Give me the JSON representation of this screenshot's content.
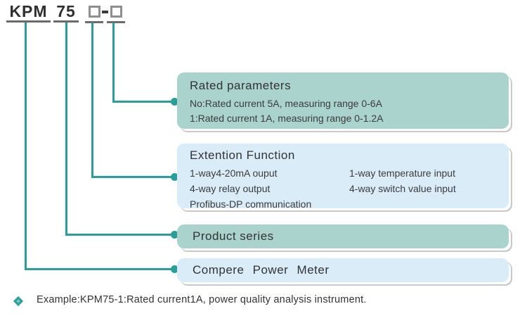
{
  "model_code": {
    "prefix": "KPM",
    "series": "75",
    "separator": "-"
  },
  "colors": {
    "accent_teal": "#2a9e99",
    "box_teal": "#a9d3cc",
    "box_blue": "#d9ecf8",
    "underline_gray": "#6b6b6b",
    "text_dark": "#333333",
    "shadow_gray": "#c9c9c9"
  },
  "boxes": {
    "rated_parameters": {
      "title": "Rated parameters",
      "lines": [
        "No:Rated current 5A, measuring range 0-6A",
        "1:Rated current 1A, measuring range 0-1.2A"
      ]
    },
    "extension_function": {
      "title": "Extention Function",
      "left_column": [
        "1-way4-20mA ouput",
        "4-way relay output",
        "Profibus-DP communication"
      ],
      "right_column": [
        "1-way temperature input",
        "4-way switch value input"
      ]
    },
    "product_series": {
      "label": "Product series"
    },
    "power_meter": {
      "label": "Compere  Power  Meter"
    }
  },
  "example": {
    "text": "Example:KPM75-1:Rated current1A, power quality analysis instrument."
  }
}
